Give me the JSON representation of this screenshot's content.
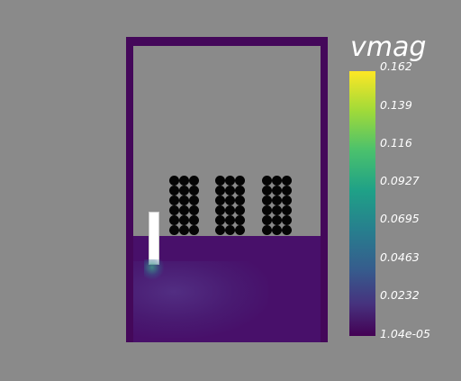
{
  "colorbar": {
    "title": "vmag",
    "ticks": [
      "0.162",
      "0.139",
      "0.116",
      "0.0927",
      "0.0695",
      "0.0463",
      "0.0232",
      "1.04e-05"
    ],
    "colormap": "viridis"
  },
  "colors": {
    "background": "#8a8a8a",
    "tank": "#44085a",
    "fluid": "#48106a",
    "particles": "#050505",
    "plate": "#ffffff"
  }
}
